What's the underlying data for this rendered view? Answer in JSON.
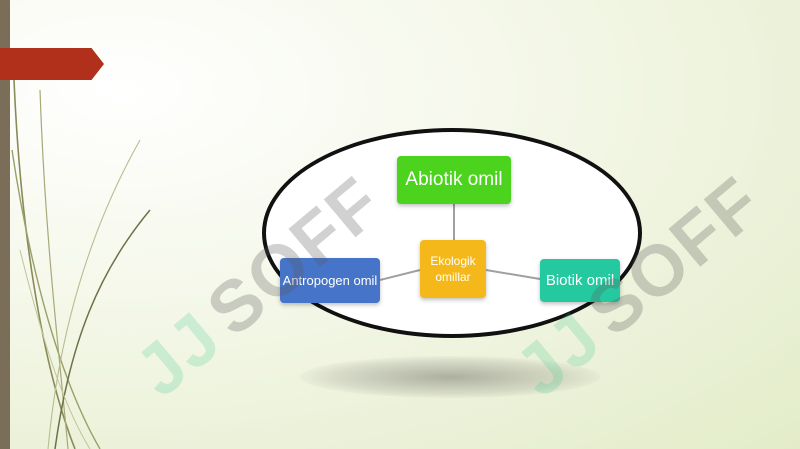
{
  "diagram": {
    "center": {
      "label": "Ekologik omillar"
    },
    "nodes": [
      {
        "id": "abiotik",
        "label": "Abiotik omil",
        "color": "#4cd31e"
      },
      {
        "id": "antropogen",
        "label": "Antropogen omil",
        "color": "#4674c8"
      },
      {
        "id": "biotik",
        "label": "Biotik omil",
        "color": "#25c9a0"
      }
    ]
  },
  "watermark": {
    "mark": "JJ",
    "text": "SOFF"
  },
  "colors": {
    "accent_tab": "#b0301c",
    "left_bar": "#7a6e58",
    "center_node": "#f4b81a"
  }
}
